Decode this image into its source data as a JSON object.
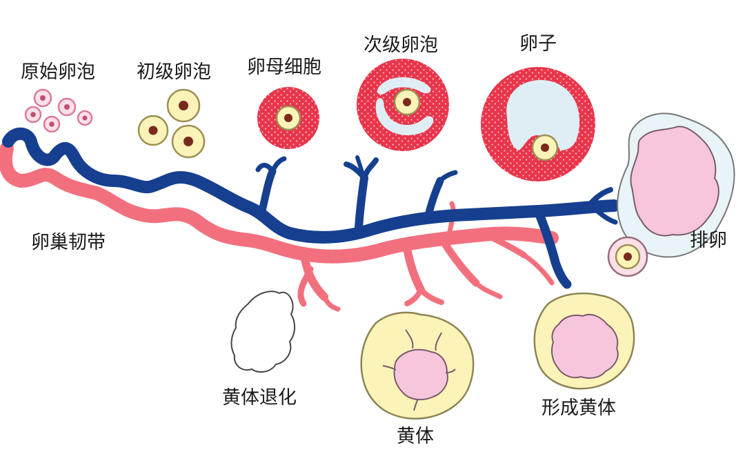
{
  "labels": {
    "primordial_follicle": "原始卵泡",
    "primary_follicle": "初级卵泡",
    "oocyte": "卵母细胞",
    "secondary_follicle": "次级卵泡",
    "ovum": "卵子",
    "ovulation": "排卵",
    "ovarian_ligament": "卵巢韧带",
    "corpus_luteum_regression": "黄体退化",
    "corpus_luteum": "黄体",
    "corpus_luteum_forming": "形成黄体"
  },
  "colors": {
    "vein": "#163f8f",
    "artery": "#f2707e",
    "follicle_red": "#e8354b",
    "follicle_dot": "#f9c2c8",
    "yolk": "#fbf3b8",
    "yolk_edge": "#9c8f52",
    "nucleus": "#7a2a1c",
    "antrum": "#dfeef5",
    "pink_fill": "#f7c6dc",
    "primordial_fill": "#fbe0e8",
    "primordial_edge": "#d97a9a",
    "outline": "#555555"
  }
}
